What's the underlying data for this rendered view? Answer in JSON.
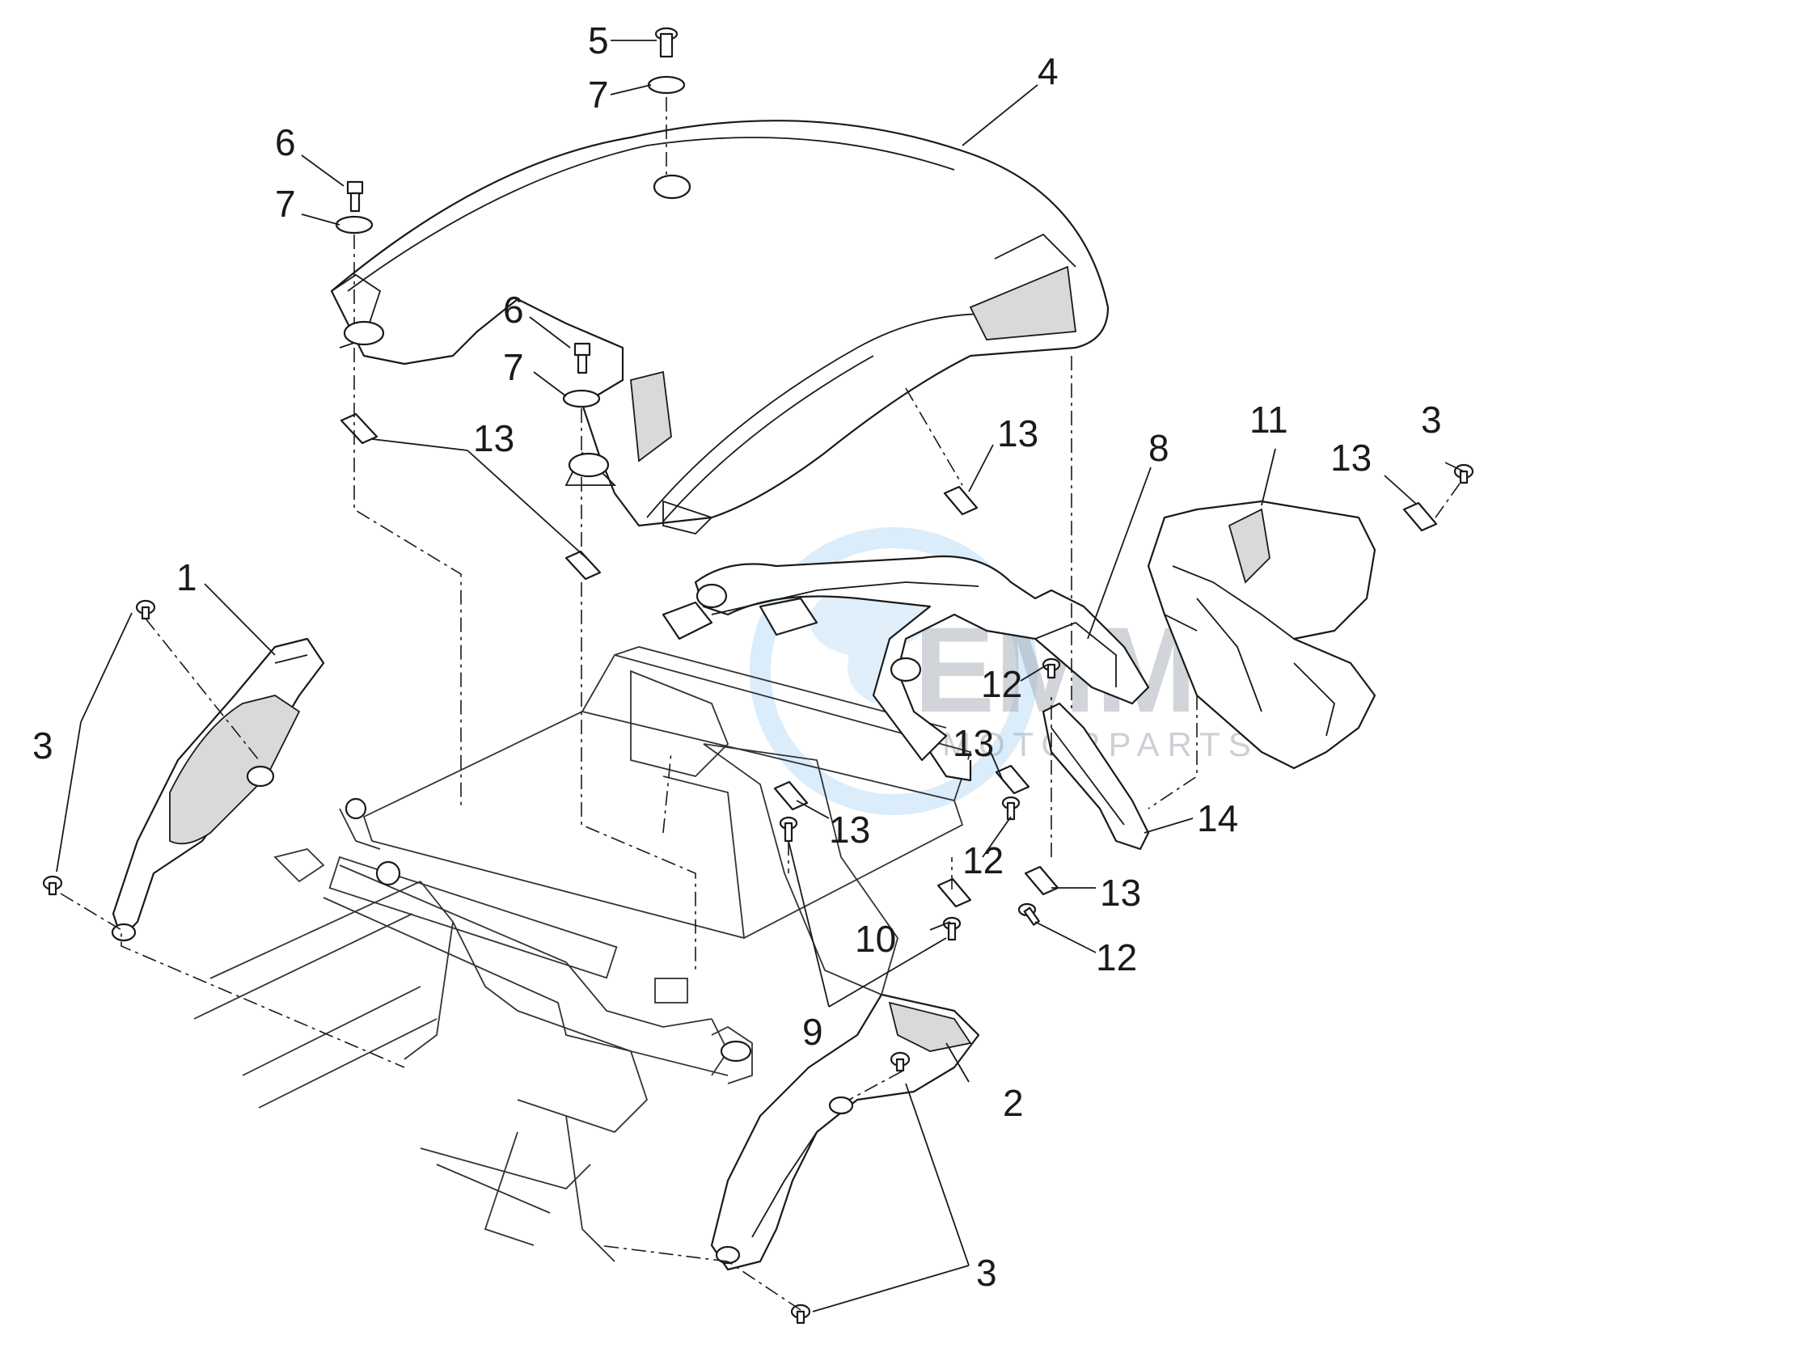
{
  "watermark": {
    "brand": "EMM",
    "sub": "MOTORPARTS",
    "colors": {
      "globe": "#5aa9e6",
      "text": "#9aa3ad"
    }
  },
  "callouts": [
    {
      "id": "c5",
      "label": "5"
    },
    {
      "id": "c7a",
      "label": "7"
    },
    {
      "id": "c4",
      "label": "4"
    },
    {
      "id": "c6a",
      "label": "6"
    },
    {
      "id": "c7b",
      "label": "7"
    },
    {
      "id": "c6b",
      "label": "6"
    },
    {
      "id": "c7c",
      "label": "7"
    },
    {
      "id": "c13a",
      "label": "13"
    },
    {
      "id": "c13b",
      "label": "13"
    },
    {
      "id": "c11",
      "label": "11"
    },
    {
      "id": "c3a",
      "label": "3"
    },
    {
      "id": "c8",
      "label": "8"
    },
    {
      "id": "c13c",
      "label": "13"
    },
    {
      "id": "c1",
      "label": "1"
    },
    {
      "id": "c3b",
      "label": "3"
    },
    {
      "id": "c12a",
      "label": "12"
    },
    {
      "id": "c13d",
      "label": "13"
    },
    {
      "id": "c13e",
      "label": "13"
    },
    {
      "id": "c14",
      "label": "14"
    },
    {
      "id": "c12b",
      "label": "12"
    },
    {
      "id": "c13f",
      "label": "13"
    },
    {
      "id": "c10",
      "label": "10"
    },
    {
      "id": "c12c",
      "label": "12"
    },
    {
      "id": "c9",
      "label": "9"
    },
    {
      "id": "c2",
      "label": "2"
    },
    {
      "id": "c3c",
      "label": "3"
    }
  ]
}
